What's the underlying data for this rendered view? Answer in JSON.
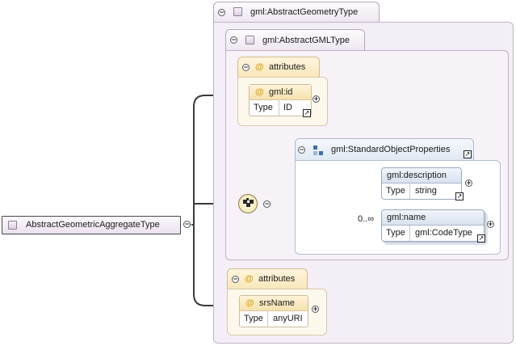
{
  "root": {
    "label": "AbstractGeometricAggregateType"
  },
  "outer_type": {
    "label": "gml:AbstractGeometryType"
  },
  "inner_type": {
    "label": "gml:AbstractGMLType"
  },
  "attr_group_1": {
    "header": "attributes",
    "attribute": {
      "name": "gml:id",
      "type_label": "Type",
      "type_value": "ID"
    }
  },
  "group_ref": {
    "label": "gml:StandardObjectProperties"
  },
  "element_description": {
    "name": "gml:description",
    "type_label": "Type",
    "type_value": "string"
  },
  "element_name": {
    "name": "gml:name",
    "type_label": "Type",
    "type_value": "gml:CodeType",
    "occurs": "0..∞"
  },
  "attr_group_2": {
    "header": "attributes",
    "attribute": {
      "name": "srsName",
      "type_label": "Type",
      "type_value": "anyURI"
    }
  },
  "glyphs": {
    "collapse": "−",
    "expand": "+",
    "at": "@",
    "link": "↗"
  },
  "colors": {
    "type_bg": "#f4eef6",
    "attr_bg": "#fdf8ec",
    "attr_header": "#f8e6b9",
    "element_header": "#d8e2ef",
    "connector": "#333333"
  }
}
